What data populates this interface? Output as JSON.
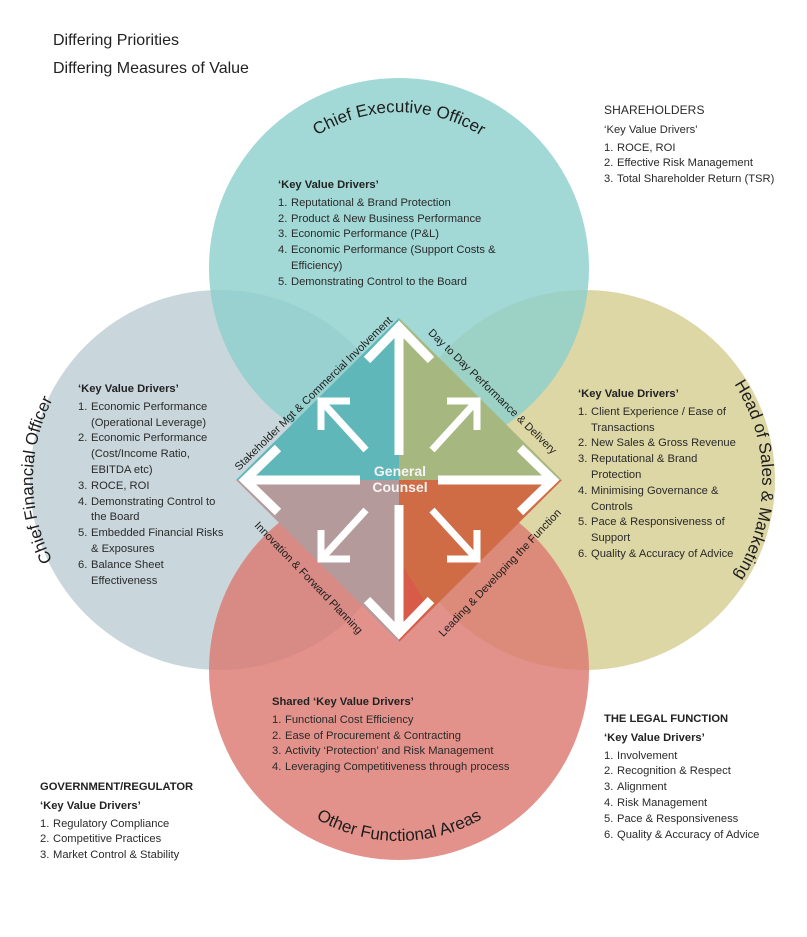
{
  "header": {
    "line1": "Differing Priorities",
    "line2": "Differing Measures of Value"
  },
  "colors": {
    "ceo": "#8ecfcc",
    "cfo": "#c3d3d8",
    "sales": "#d7cf95",
    "other": "#dc7a72",
    "arrow": "#ffffff",
    "center_text": "#f4f4f4"
  },
  "circles": {
    "ceo": {
      "title": "Chief Executive Officer",
      "heading": "‘Key Value Drivers’",
      "items": [
        {
          "n": "1.",
          "text": "Reputational & Brand Protection"
        },
        {
          "n": "2.",
          "text": "Product & New Business Performance"
        },
        {
          "n": "3.",
          "text": "Economic Performance (P&L)"
        },
        {
          "n": "4.",
          "text": "Economic Performance (Support Costs & Efficiency)"
        },
        {
          "n": "5.",
          "text": "Demonstrating Control to the Board"
        }
      ]
    },
    "cfo": {
      "title": "Chief Financial Officer",
      "heading": "‘Key Value Drivers’",
      "items": [
        {
          "n": "1.",
          "text": "Economic Performance (Operational Leverage)"
        },
        {
          "n": "2.",
          "text": "Economic Performance (Cost/Income Ratio, EBITDA etc)"
        },
        {
          "n": "3.",
          "text": "ROCE, ROI"
        },
        {
          "n": "4.",
          "text": "Demonstrating Control to the Board"
        },
        {
          "n": "5.",
          "text": "Embedded Financial Risks & Exposures"
        },
        {
          "n": "6.",
          "text": "Balance Sheet Effectiveness"
        }
      ]
    },
    "sales": {
      "title": "Head of Sales & Marketing",
      "heading": "‘Key Value Drivers’",
      "items": [
        {
          "n": "1.",
          "text": "Client Experience / Ease of Transactions"
        },
        {
          "n": "2.",
          "text": "New Sales & Gross Revenue"
        },
        {
          "n": "3.",
          "text": "Reputational & Brand Protection"
        },
        {
          "n": "4.",
          "text": "Minimising Governance & Controls"
        },
        {
          "n": "5.",
          "text": "Pace & Responsiveness of Support"
        },
        {
          "n": "6.",
          "text": "Quality & Accuracy of Advice"
        }
      ]
    },
    "other": {
      "title": "Other Functional Areas",
      "heading": "Shared ‘Key Value Drivers’",
      "items": [
        {
          "n": "1.",
          "text": "Functional Cost Efficiency"
        },
        {
          "n": "2.",
          "text": "Ease of Procurement & Contracting"
        },
        {
          "n": "3.",
          "text": "Activity ‘Protection’ and Risk Management"
        },
        {
          "n": "4.",
          "text": "Leveraging Competitiveness through process"
        }
      ]
    }
  },
  "center": {
    "line1": "General",
    "line2": "Counsel",
    "edges": {
      "top_left": "Stakeholder Mgt & Commercial Involvement",
      "top_right": "Day to Day Performance & Delivery",
      "bottom_left": "Innovation & Forward Planning",
      "bottom_right": "Leading & Developing the Function"
    }
  },
  "shareholders": {
    "title": "SHAREHOLDERS",
    "heading": "‘Key Value Drivers’",
    "items": [
      {
        "n": "1.",
        "text": "ROCE, ROI"
      },
      {
        "n": "2.",
        "text": "Effective Risk Management"
      },
      {
        "n": "3.",
        "text": "Total Shareholder Return (TSR)"
      }
    ]
  },
  "legal": {
    "title": "THE LEGAL FUNCTION",
    "heading": "‘Key Value Drivers’",
    "items": [
      {
        "n": "1.",
        "text": "Involvement"
      },
      {
        "n": "2.",
        "text": "Recognition & Respect"
      },
      {
        "n": "3.",
        "text": "Alignment"
      },
      {
        "n": "4.",
        "text": "Risk Management"
      },
      {
        "n": "5.",
        "text": "Pace & Responsiveness"
      },
      {
        "n": "6.",
        "text": "Quality & Accuracy of Advice"
      }
    ]
  },
  "government": {
    "title": "GOVERNMENT/REGULATOR",
    "heading": "‘Key Value Drivers’",
    "items": [
      {
        "n": "1.",
        "text": "Regulatory Compliance"
      },
      {
        "n": "2.",
        "text": "Competitive Practices"
      },
      {
        "n": "3.",
        "text": "Market Control & Stability"
      }
    ]
  }
}
